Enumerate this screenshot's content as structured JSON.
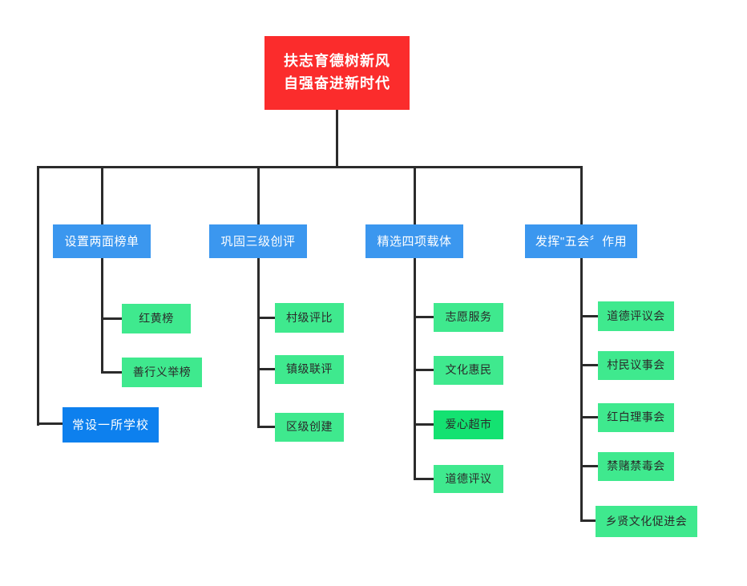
{
  "diagram": {
    "title_node": {
      "line1": "扶志育德树新风",
      "line2": "自强奋进新时代"
    },
    "branches": [
      {
        "label": "设置两面榜单",
        "children": [
          "红黄榜",
          "善行义举榜"
        ]
      },
      {
        "label": "巩固三级创评",
        "children": [
          "村级评比",
          "镇级联评",
          "区级创建"
        ]
      },
      {
        "label": "精选四项载体",
        "children": [
          "志愿服务",
          "文化惠民",
          "爱心超市",
          "道德评议"
        ]
      },
      {
        "label": "发挥\"五会〞作用",
        "children": [
          "道德评议会",
          "村民议事会",
          "红白理事会",
          "禁赌禁毒会",
          "乡贤文化促进会"
        ]
      }
    ],
    "school_node": {
      "label": "常设一所学校"
    }
  },
  "colors": {
    "root-red": "#fb2c2c",
    "branch-blue": "#3b97ef",
    "school-blue": "#0d80ee",
    "leaf-green": "#3fe98e",
    "leaf-green-alt": "#14e271",
    "leaf-text": "#2a2a2a",
    "line": "#2b2b2b"
  }
}
